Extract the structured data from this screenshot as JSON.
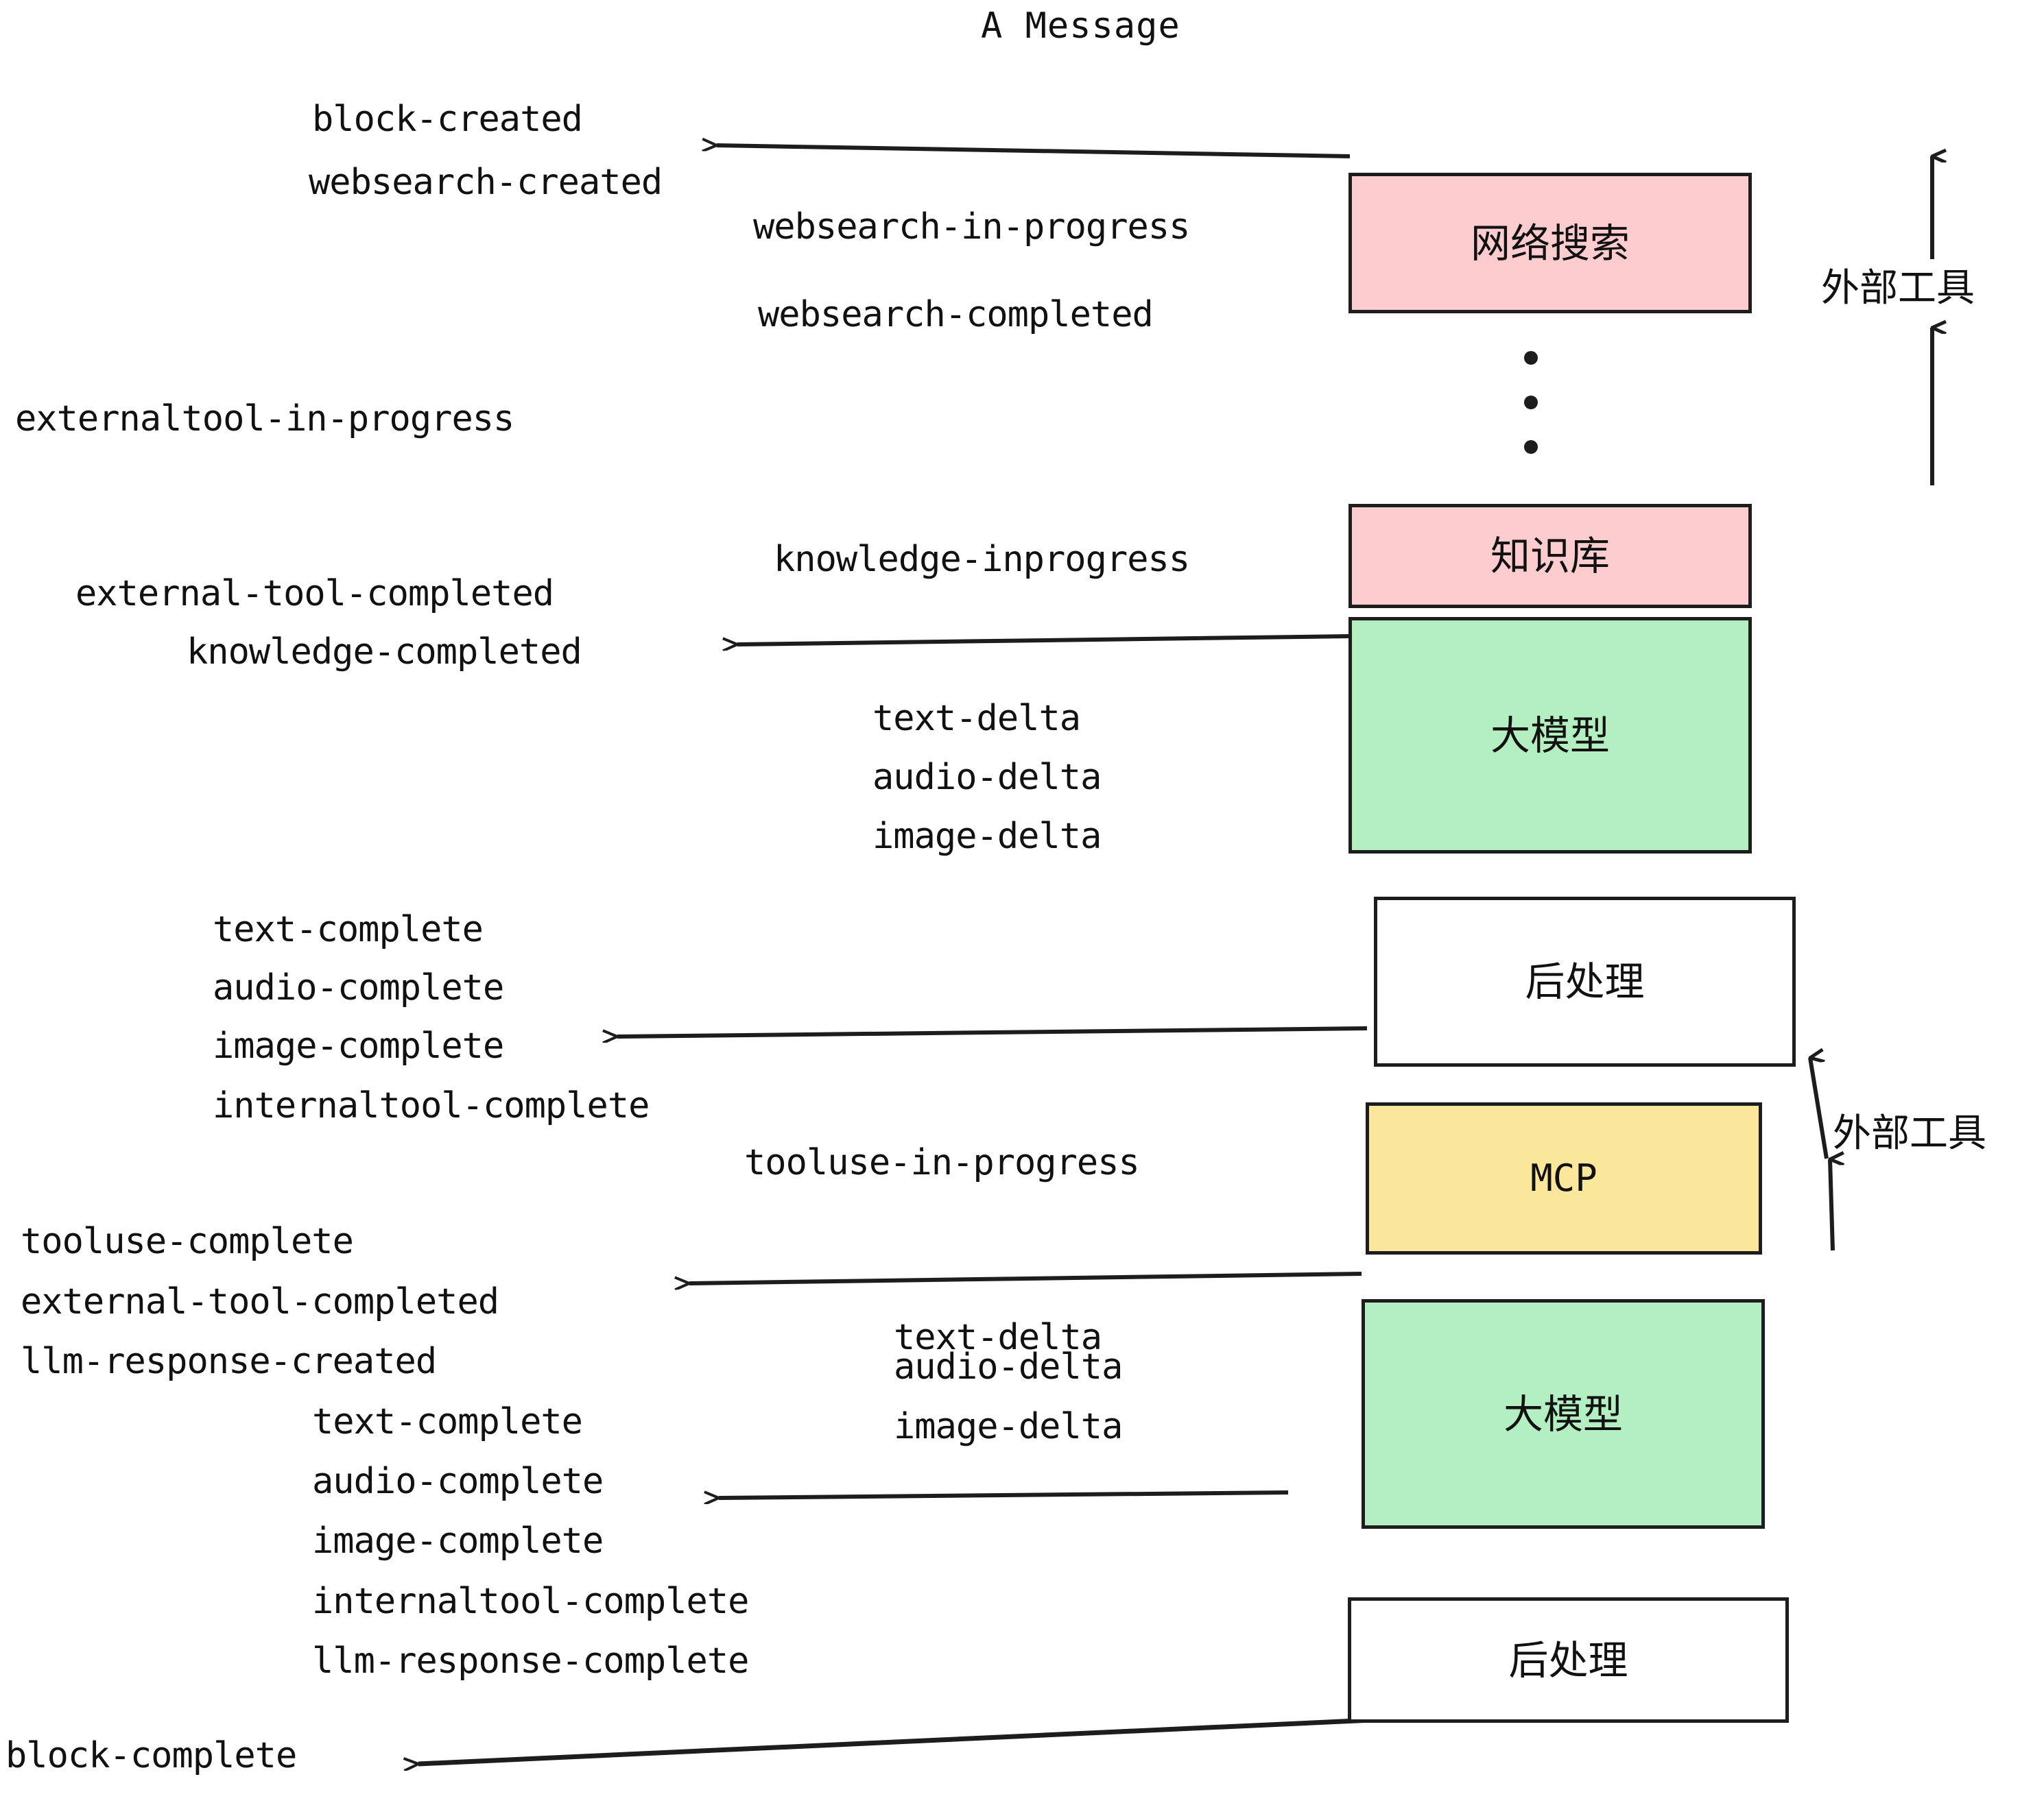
{
  "diagram": {
    "title": "A Message",
    "colors": {
      "pink": "#fcccce",
      "green": "#b3efc1",
      "yellow": "#fae79c",
      "white": "#ffffff",
      "stroke": "#1d1d1d",
      "text": "#111111"
    },
    "nodes": [
      {
        "id": "websearch",
        "label": "网络搜索",
        "fill": "#fcccce"
      },
      {
        "id": "knowledge",
        "label": "知识库",
        "fill": "#fcccce"
      },
      {
        "id": "llm1",
        "label": "大模型",
        "fill": "#b3efc1"
      },
      {
        "id": "post1",
        "label": "后处理",
        "fill": "#ffffff"
      },
      {
        "id": "mcp",
        "label": "MCP",
        "fill": "#fae79c"
      },
      {
        "id": "llm2",
        "label": "大模型",
        "fill": "#b3efc1"
      },
      {
        "id": "post2",
        "label": "后处理",
        "fill": "#ffffff"
      }
    ],
    "annotations": [
      {
        "id": "external-tool-top",
        "label": "外部工具"
      },
      {
        "id": "external-tool-bottom",
        "label": "外部工具"
      }
    ],
    "events": [
      {
        "id": "block-created",
        "label": "block-created"
      },
      {
        "id": "websearch-created",
        "label": "websearch-created"
      },
      {
        "id": "websearch-in-progress",
        "label": "websearch-in-progress"
      },
      {
        "id": "websearch-completed",
        "label": "websearch-completed"
      },
      {
        "id": "externaltool-in-progress",
        "label": "externaltool-in-progress"
      },
      {
        "id": "knowledge-inprogress",
        "label": "knowledge-inprogress"
      },
      {
        "id": "external-tool-completed-1",
        "label": "external-tool-completed"
      },
      {
        "id": "knowledge-completed",
        "label": "knowledge-completed"
      },
      {
        "id": "text-delta-1",
        "label": "text-delta"
      },
      {
        "id": "audio-delta-1",
        "label": "audio-delta"
      },
      {
        "id": "image-delta-1",
        "label": "image-delta"
      },
      {
        "id": "text-complete-1",
        "label": "text-complete"
      },
      {
        "id": "audio-complete-1",
        "label": "audio-complete"
      },
      {
        "id": "image-complete-1",
        "label": "image-complete"
      },
      {
        "id": "internaltool-complete-1",
        "label": "internaltool-complete"
      },
      {
        "id": "tooluse-in-progress",
        "label": "tooluse-in-progress"
      },
      {
        "id": "tooluse-complete",
        "label": "tooluse-complete"
      },
      {
        "id": "external-tool-completed-2",
        "label": "external-tool-completed"
      },
      {
        "id": "llm-response-created",
        "label": "llm-response-created"
      },
      {
        "id": "text-delta-2",
        "label": "text-delta"
      },
      {
        "id": "audio-delta-2",
        "label": "audio-delta"
      },
      {
        "id": "image-delta-2",
        "label": "image-delta"
      },
      {
        "id": "text-complete-2",
        "label": "text-complete"
      },
      {
        "id": "audio-complete-2",
        "label": "audio-complete"
      },
      {
        "id": "image-complete-2",
        "label": "image-complete"
      },
      {
        "id": "internaltool-complete-2",
        "label": "internaltool-complete"
      },
      {
        "id": "llm-response-complete",
        "label": "llm-response-complete"
      },
      {
        "id": "block-complete",
        "label": "block-complete"
      }
    ],
    "ellipsis": {
      "id": "vertical-ellipsis",
      "dots": 3
    }
  }
}
